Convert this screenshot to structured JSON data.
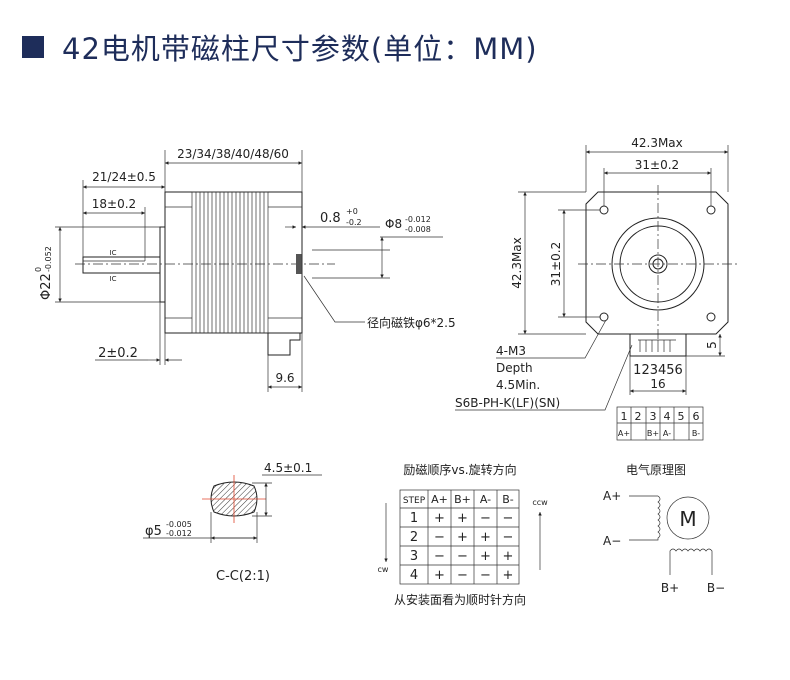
{
  "header": {
    "title": "42电机带磁柱尺寸参数(单位：MM)"
  },
  "side_view": {
    "length_options": "23/34/38/40/48/60",
    "shaft_length": "21/24±0.5",
    "flat_length": "18±0.2",
    "boss_diameter": "Φ22",
    "boss_tol_upper": "0",
    "boss_tol_lower": "-0.052",
    "shaft_mark_top": "IC",
    "shaft_mark_bottom": "IC",
    "boss_height": "2±0.2",
    "connector_offset": "9.6",
    "gap": "0.8",
    "gap_tol_upper": "+0",
    "gap_tol_lower": "-0.2",
    "magnet_diameter": "Φ8",
    "magnet_tol_upper": "-0.012",
    "magnet_tol_lower": "-0.008",
    "magnet_label": "径向磁铁φ6*2.5"
  },
  "front_view": {
    "width": "42.3Max",
    "hole_spacing_h": "31±0.2",
    "height": "42.3Max",
    "hole_spacing_v": "31±0.2",
    "holes_1": "4-M3",
    "holes_2": "Depth",
    "holes_3": "4.5Min.",
    "connector": "S6B-PH-K(LF)(SN)",
    "pin_numbers": "123456",
    "connector_width": "16",
    "connector_height": "5",
    "pin_table": {
      "pins": [
        "1",
        "2",
        "3",
        "4",
        "5",
        "6"
      ],
      "signals": [
        "A+",
        "",
        "B+",
        "A-",
        "",
        "B-"
      ]
    }
  },
  "section": {
    "flat": "4.5±0.1",
    "diameter": "φ5",
    "tol_upper": "-0.005",
    "tol_lower": "-0.012",
    "label": "C-C(2:1)"
  },
  "step_table": {
    "title": "励磁顺序vs.旋转方向",
    "headers": [
      "STEP",
      "A+",
      "B+",
      "A-",
      "B-"
    ],
    "rows": [
      [
        "1",
        "+",
        "+",
        "−",
        "−"
      ],
      [
        "2",
        "−",
        "+",
        "+",
        "−"
      ],
      [
        "3",
        "−",
        "−",
        "+",
        "+"
      ],
      [
        "4",
        "+",
        "−",
        "−",
        "+"
      ]
    ],
    "cw": "cw",
    "ccw": "ccw",
    "footer": "从安装面看为顺时针方向"
  },
  "schematic": {
    "title": "电气原理图",
    "motor": "M",
    "a_plus": "A+",
    "a_minus": "A−",
    "b_plus": "B+",
    "b_minus": "B−"
  },
  "colors": {
    "title": "#1e2d5a",
    "section_center": "#e0452b"
  }
}
